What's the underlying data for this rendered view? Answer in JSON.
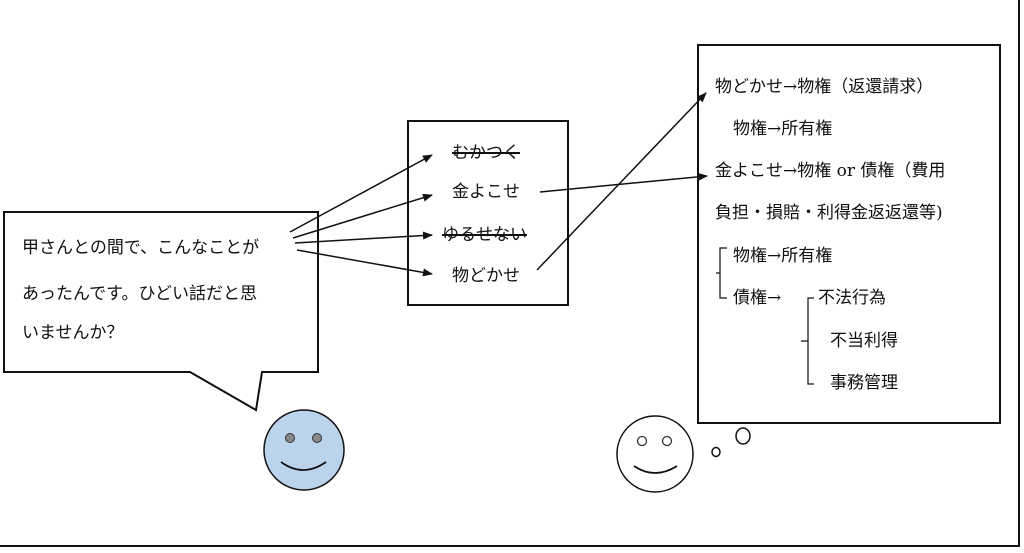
{
  "speech": {
    "lines": [
      "甲さんとの間で、こんなことが",
      "あったんです。ひどい話だと思",
      "いませんか？"
    ]
  },
  "middle_box": {
    "items": [
      {
        "text": "むかつく",
        "struck": true
      },
      {
        "text": "金よこせ",
        "struck": false
      },
      {
        "text": "ゆるせない",
        "struck": true
      },
      {
        "text": "物どかせ",
        "struck": false
      }
    ]
  },
  "right_box": {
    "line1": "物どかせ→物権（返還請求）",
    "line2": "物権→所有権",
    "line3": "金よこせ→物権 or 債権（費用",
    "line4": "負担・損賠・利得金返返還等)",
    "branch_a": "物権→所有権",
    "branch_b": "債権→",
    "sub1": "不法行為",
    "sub2": "不当利得",
    "sub3": "事務管理"
  },
  "colors": {
    "client_face": "#bcd3ec",
    "lawyer_face": "#ffffff",
    "stroke": "#111111"
  }
}
